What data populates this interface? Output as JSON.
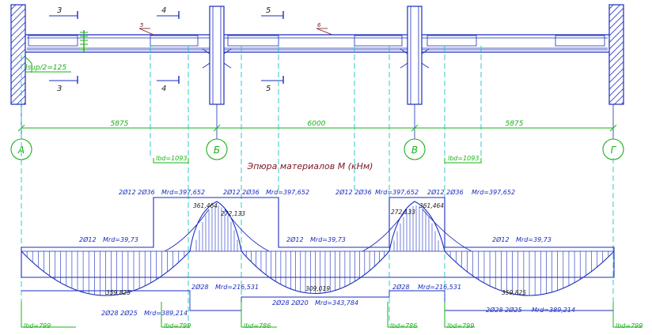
{
  "diagram_title": "Эпюра материалов M (кНм)",
  "axes": {
    "labels": [
      "А",
      "Б",
      "В",
      "Г"
    ],
    "spans": [
      "5875",
      "6000",
      "5875"
    ]
  },
  "section_marks": [
    "3",
    "3",
    "4",
    "4",
    "5",
    "5"
  ],
  "position_marks": [
    "5",
    "6"
  ],
  "support_note": "lsup/2=125",
  "lbd": {
    "top_left": "lbd=1093",
    "top_right": "lbd=1093",
    "bottom": [
      "lbd=799",
      "lbd=799",
      "lbd=786",
      "lbd=786",
      "lbd=799",
      "lbd=799"
    ]
  },
  "labels_top": {
    "supB_left_bars": "2Ø12 2Ø36",
    "supB_left_m": "Mrd=397,652",
    "supB_right_bars": "2Ø12 2Ø36",
    "supB_right_m": "Mrd=397,652",
    "supC_left_bars": "2Ø12 2Ø36",
    "supC_left_m": "Mrd=397,652",
    "supC_right_bars": "2Ø12 2Ø36",
    "supC_right_m": "Mrd=397,652"
  },
  "peaks": {
    "b_main": "361,464",
    "b_secondary": "272,133",
    "c_secondary": "272,133",
    "c_main": "361,464"
  },
  "span_top": {
    "s1_bars": "2Ø12",
    "s1_m": "Mrd=39,73",
    "s2_bars": "2Ø12",
    "s2_m": "Mrd=39,73",
    "s3_bars": "2Ø12",
    "s3_m": "Mrd=39,73"
  },
  "span_bottom": {
    "s1_max": "359,825",
    "s1_bars": "2Ø28 2Ø25",
    "s1_m": "Mrd=389,214",
    "supB_bars": "2Ø28",
    "supB_m": "Mrd=216,531",
    "s2_max": "309,019",
    "s2_bars": "2Ø28 2Ø20",
    "s2_m": "Mrd=343,784",
    "supC_bars": "2Ø28",
    "supC_m": "Mrd=216,531",
    "s3_max": "359,825",
    "s3_bars": "2Ø28 2Ø25",
    "s3_m": "Mrd=389,214"
  },
  "colors": {
    "structure": "#1a2dbf",
    "dimension": "#1bb21b",
    "projection": "#19c6c6",
    "title": "#7a1620"
  }
}
